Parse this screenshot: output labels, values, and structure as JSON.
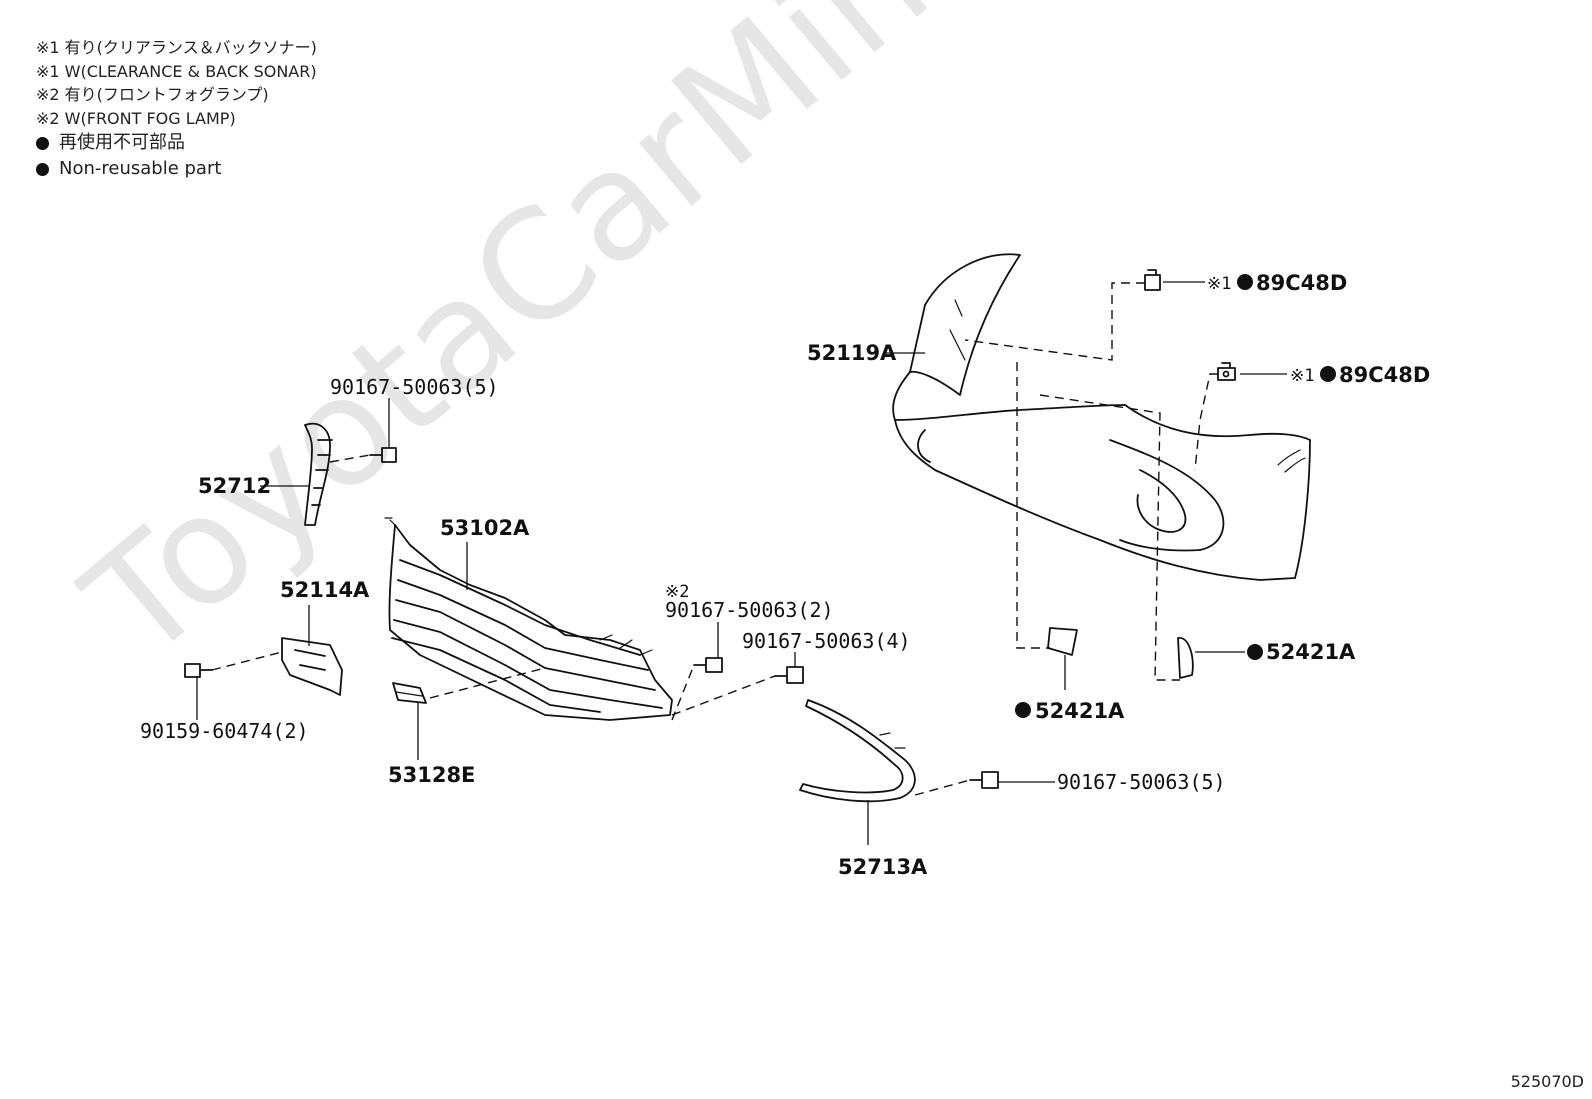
{
  "legend": {
    "line1": "※1 有り(クリアランス＆バックソナー)",
    "line2": "※1 W(CLEARANCE & BACK SONAR)",
    "line3": "※2 有り(フロントフォグランプ)",
    "line4": "※2 W(FRONT FOG LAMP)",
    "line5": "再使用不可部品",
    "line6": "Non-reusable part"
  },
  "watermark": "ToyotaCarMine.ru",
  "parts": {
    "p52119A": "52119A",
    "p89C48D_a": "89C48D",
    "p89C48D_b": "89C48D",
    "mark1_a": "※1",
    "mark1_b": "※1",
    "p90167_top": "90167-50063(5)",
    "p52712": "52712",
    "p53102A": "53102A",
    "p52114A": "52114A",
    "p90159": "90159-60474(2)",
    "mark2": "※2",
    "p90167_2": "90167-50063(2)",
    "p90167_4": "90167-50063(4)",
    "p53128E": "53128E",
    "p52421A_left": "52421A",
    "p52421A_right": "52421A",
    "p90167_5b": "90167-50063(5)",
    "p52713A": "52713A"
  },
  "diagram_code": "525070D",
  "colors": {
    "line": "#111111",
    "watermark": "#e6e6e6"
  }
}
